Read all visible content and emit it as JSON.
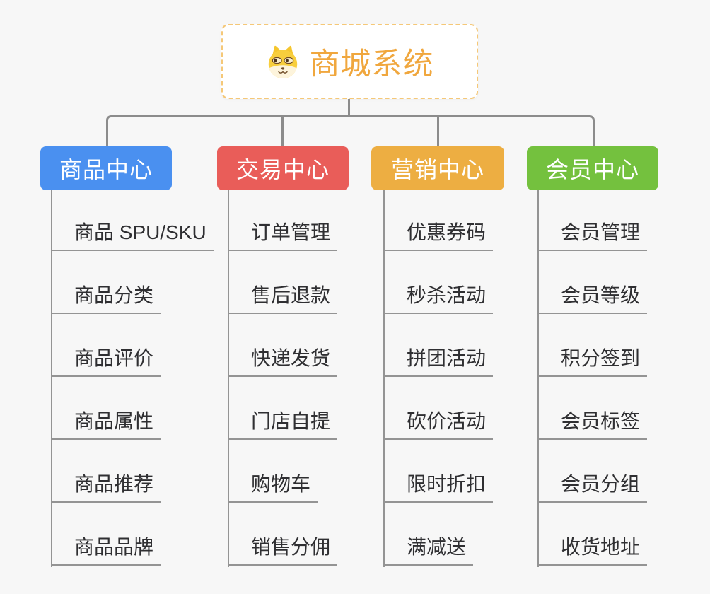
{
  "root": {
    "title": "商城系统",
    "icon": "shiba-dog-icon",
    "title_color": "#f0a73e",
    "border_color": "#f5c878"
  },
  "colors": {
    "canvas_bg": "#f7f7f7",
    "connector": "#8c8c8c",
    "sub_line": "#949494",
    "child_text": "#2f2f32"
  },
  "branches": [
    {
      "label": "商品中心",
      "color": "#4a90f0",
      "children": [
        "商品 SPU/SKU",
        "商品分类",
        "商品评价",
        "商品属性",
        "商品推荐",
        "商品品牌"
      ]
    },
    {
      "label": "交易中心",
      "color": "#e95d59",
      "children": [
        "订单管理",
        "售后退款",
        "快递发货",
        "门店自提",
        "购物车",
        "销售分佣"
      ]
    },
    {
      "label": "营销中心",
      "color": "#edae42",
      "children": [
        "优惠券码",
        "秒杀活动",
        "拼团活动",
        "砍价活动",
        "限时折扣",
        "满减送"
      ]
    },
    {
      "label": "会员中心",
      "color": "#74c13e",
      "children": [
        "会员管理",
        "会员等级",
        "积分签到",
        "会员标签",
        "会员分组",
        "收货地址"
      ]
    }
  ]
}
